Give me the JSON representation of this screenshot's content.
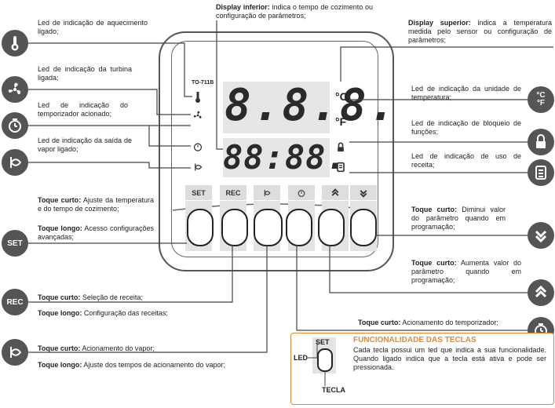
{
  "labels": {
    "led_aquecimento": "Led de indicação de aquecimento ligado;",
    "led_turbina": "Led de indicação da turbina ligada;",
    "led_temporizador": "Led de indicação do temporizador acionado;",
    "led_vapor": "Led de indicação da saída de vapor ligado;",
    "display_inferior_title": "Display inferior:",
    "display_inferior_text": "indica o tempo de cozimento ou configuração de parâmetros;",
    "display_superior_title": "Display superior:",
    "display_superior_text": "indica a temperatura medida pelo sensor ou configuração de parâmetros;",
    "led_unidade": "Led de indicação da unidade de temperatura;",
    "led_bloqueio": "Led de indicação de bloqueio de funções;",
    "led_receita": "Led de indicação de uso de receita;",
    "set_curto_title": "Toque curto:",
    "set_curto_text": "Ajuste da temperatura e do tempo de cozimento;",
    "set_longo_title": "Toque longo:",
    "set_longo_text": "Acesso configurações avançadas;",
    "rec_curto_title": "Toque curto:",
    "rec_curto_text": "Seleção de receita;",
    "rec_longo_title": "Toque longo:",
    "rec_longo_text": "Configuração das receitas;",
    "vapor_curto_title": "Toque curto:",
    "vapor_curto_text": "Acionamento do vapor;",
    "vapor_longo_title": "Toque longo:",
    "vapor_longo_text": "Ajuste dos tempos de acionamento do vapor;",
    "down_curto_title": "Toque curto:",
    "down_curto_text": "Diminui valor do parâmetro quando em programação;",
    "up_curto_title": "Toque curto:",
    "up_curto_text": "Aumenta valor do parâmetro quando em programação;",
    "timer_curto_title": "Toque curto:",
    "timer_curto_text": "Acionamento do temporizador;"
  },
  "device": {
    "model": "TO-711B",
    "display_upper": "8.8.8.",
    "display_lower": "88:88.",
    "unit_c": "°C",
    "unit_f": "°F",
    "keys": [
      "SET",
      "REC",
      "vapor",
      "timer",
      "up",
      "down"
    ]
  },
  "info_box": {
    "title": "FUNCIONALIDADE DAS TECLAS",
    "text": "Cada tecla possui um led que indica a sua funcionalidade. Quando ligado indica que a tecla está ativa e pode ser pressionada.",
    "set_label": "SET",
    "led_label": "LED",
    "tecla_label": "TECLA"
  },
  "icons": {
    "set": "SET",
    "rec": "REC"
  },
  "colors": {
    "icon_bg": "#555555",
    "accent": "#e08a3a"
  }
}
